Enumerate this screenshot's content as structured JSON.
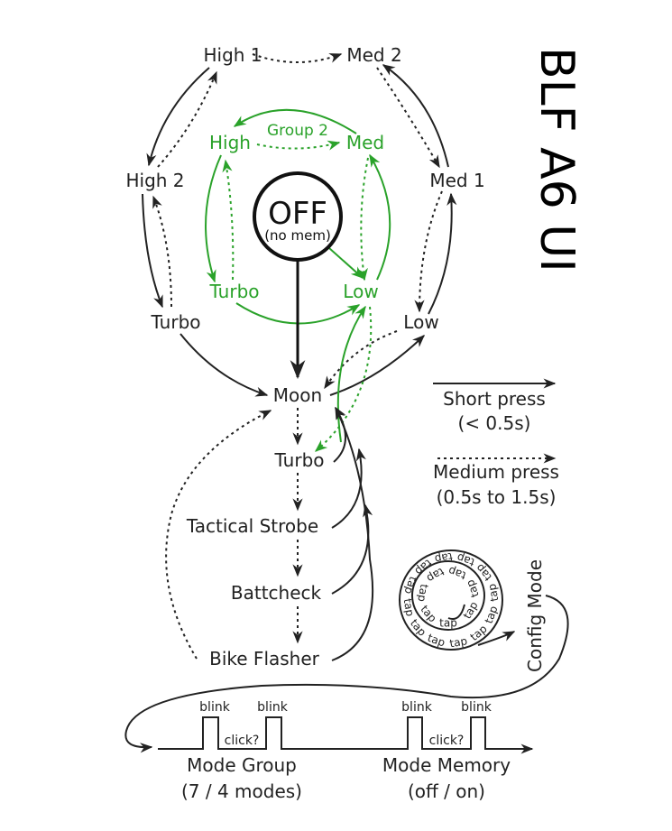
{
  "title": "BLF A6 UI",
  "colors": {
    "group1": "#222222",
    "group2": "#2aa22a",
    "background": "#ffffff"
  },
  "off_node": {
    "label": "OFF",
    "sublabel": "(no mem)"
  },
  "group1": {
    "modes": [
      "High 1",
      "Med 2",
      "High 2",
      "Med 1",
      "Turbo",
      "Low"
    ]
  },
  "group2": {
    "label": "Group 2",
    "modes": [
      "High",
      "Med",
      "Turbo",
      "Low"
    ]
  },
  "hidden_modes": [
    "Moon",
    "Turbo",
    "Tactical Strobe",
    "Battcheck",
    "Bike Flasher"
  ],
  "legend": {
    "short": {
      "label": "Short press",
      "detail": "(< 0.5s)"
    },
    "medium": {
      "label": "Medium press",
      "detail": "(0.5s to 1.5s)"
    }
  },
  "config": {
    "label": "Config Mode",
    "spiral_word": "tap",
    "blink_label": "blink",
    "click_label": "click?",
    "options": [
      {
        "label": "Mode Group",
        "detail": "(7 / 4 modes)"
      },
      {
        "label": "Mode Memory",
        "detail": "(off / on)"
      }
    ]
  }
}
